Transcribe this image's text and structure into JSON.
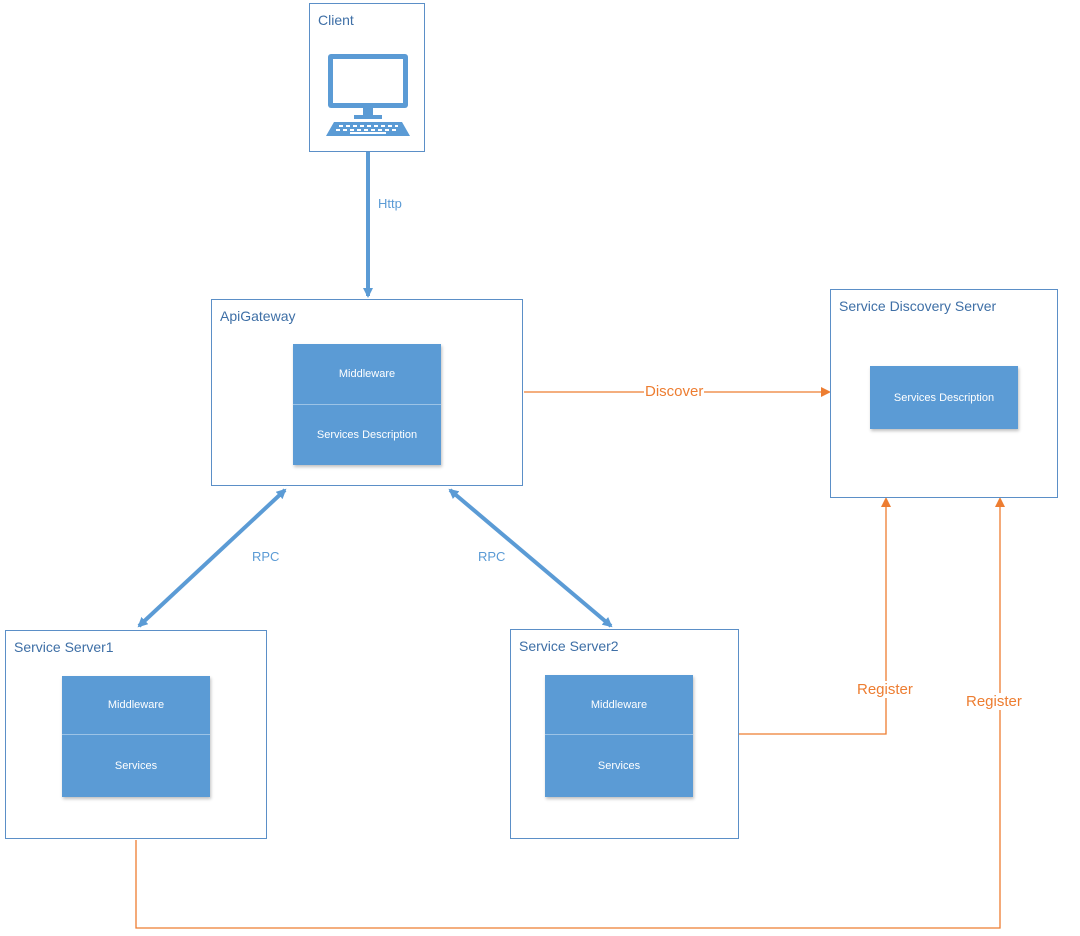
{
  "client": {
    "title": "Client",
    "icon": "desktop-computer-icon"
  },
  "gateway": {
    "title": "ApiGateway",
    "cells": [
      "Middleware",
      "Services Description"
    ]
  },
  "discovery": {
    "title": "Service Discovery Server",
    "cells": [
      "Services Description"
    ]
  },
  "server1": {
    "title": "Service Server1",
    "cells": [
      "Middleware",
      "Services"
    ]
  },
  "server2": {
    "title": "Service Server2",
    "cells": [
      "Middleware",
      "Services"
    ]
  },
  "edges": {
    "http": "Http",
    "rpc_left": "RPC",
    "rpc_right": "RPC",
    "discover": "Discover",
    "register_server2": "Register",
    "register_server1": "Register"
  },
  "colors": {
    "blue": "#5b9bd5",
    "orange": "#ed7d31",
    "frame": "#5b8fc7"
  }
}
